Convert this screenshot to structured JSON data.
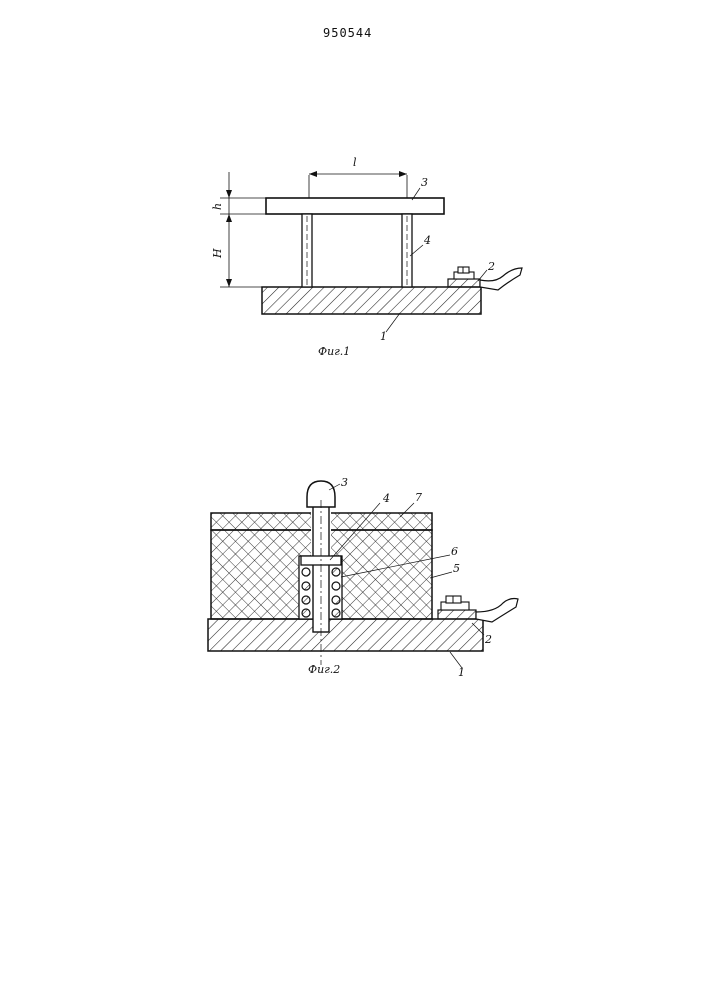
{
  "header": {
    "patent_number": "950544"
  },
  "figure1": {
    "caption": "Фиг.1",
    "dim_l": "l",
    "dim_h": "h",
    "dim_H": "H",
    "labels": {
      "p1": "1",
      "p2": "2",
      "p3": "3",
      "p4": "4"
    }
  },
  "figure2": {
    "caption": "Фиг.2",
    "labels": {
      "p1": "1",
      "p2": "2",
      "p3": "3",
      "p4": "4",
      "p5": "5",
      "p6": "6",
      "p7": "7"
    }
  }
}
